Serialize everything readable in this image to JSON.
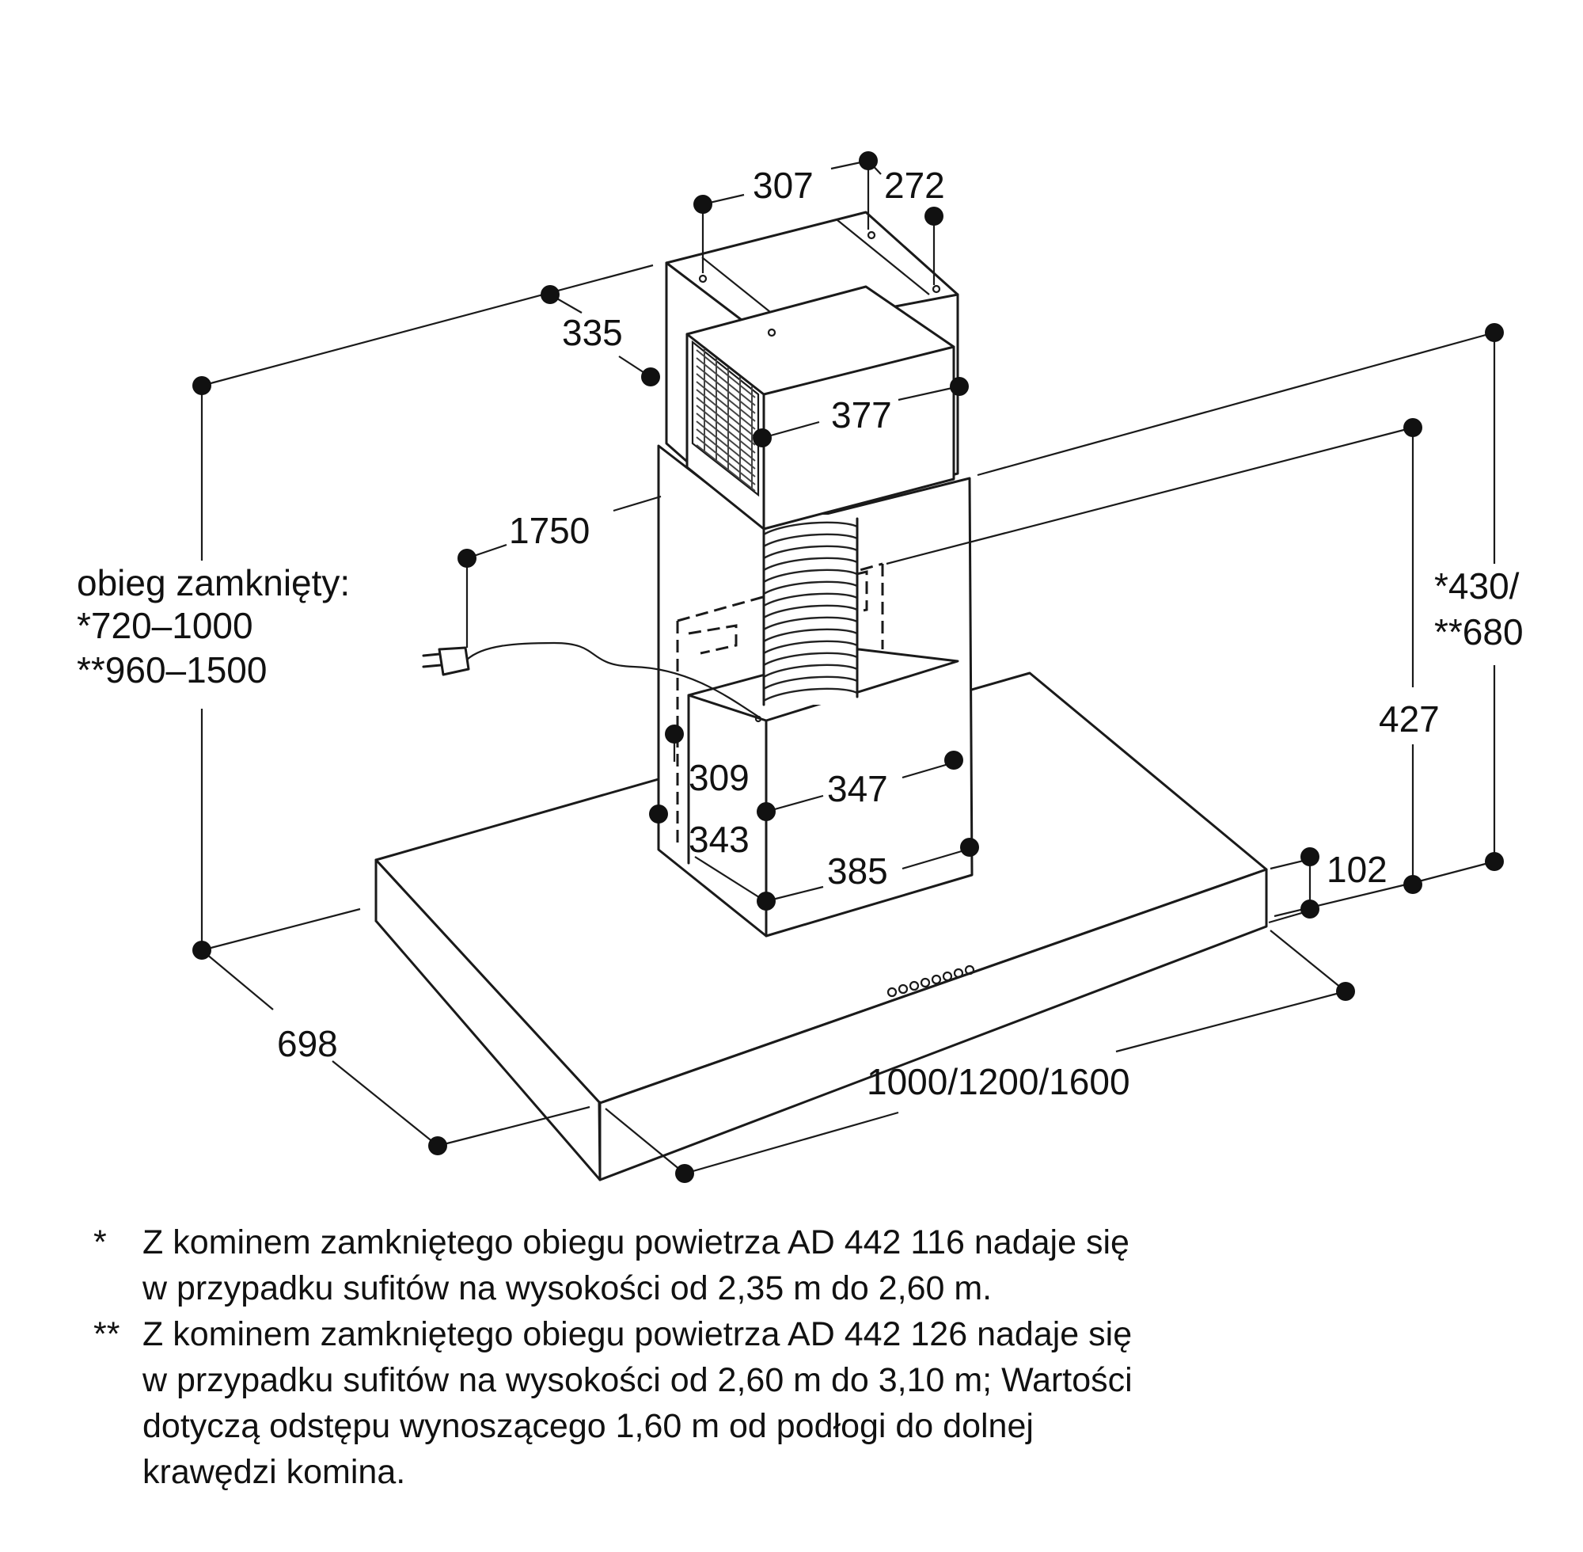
{
  "closed_circuit": {
    "label": "obieg zamknięty:",
    "range_1": "*720–1000",
    "range_2": "**960–1500"
  },
  "dimensions": {
    "d307": "307",
    "d272": "272",
    "d335": "335",
    "d377": "377",
    "d1750": "1750",
    "d309": "309",
    "d347": "347",
    "d343": "343",
    "d385": "385",
    "d427": "427",
    "d430": "*430/",
    "d680": "**680",
    "d102": "102",
    "d698": "698",
    "width": "1000/1200/1600"
  },
  "notes": [
    {
      "marker": "*",
      "text": "Z kominem zamkniętego obiegu powietrza AD 442 116 nadaje się\nw przypadku sufitów na wysokości od 2,35 m do 2,60 m."
    },
    {
      "marker": "**",
      "text": "Z kominem zamkniętego obiegu powietrza AD 442 126 nadaje się\nw przypadku sufitów na wysokości od 2,60 m do 3,10 m; Wartości\ndotyczą odstępu wynoszącego 1,60 m od podłogi do dolnej\nkrawędzi komina."
    }
  ]
}
